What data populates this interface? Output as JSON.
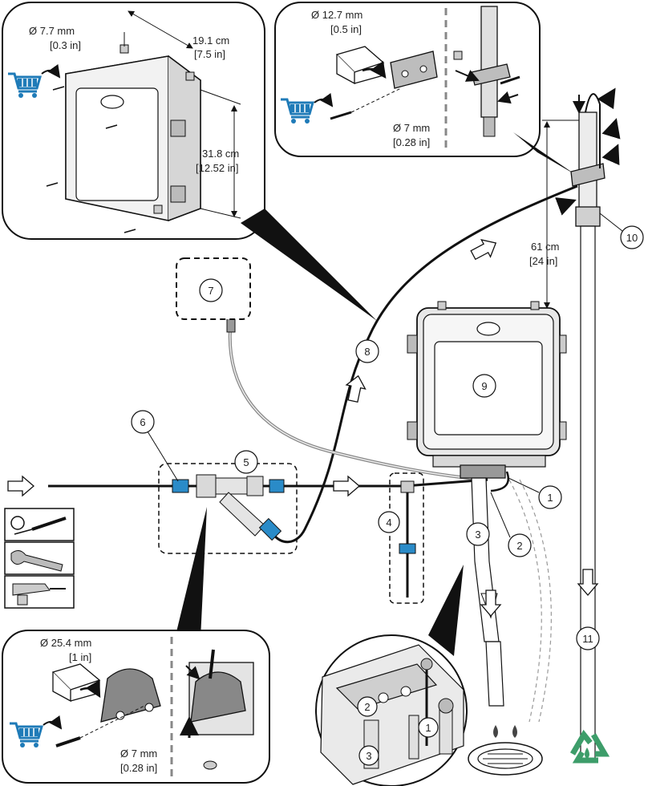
{
  "colors": {
    "line": "#111111",
    "gray_fill": "#dcdcdc",
    "mid_gray": "#9a9a9a",
    "light_gray": "#eeeeee",
    "accent_blue": "#1f7bb8",
    "recycle_green": "#3d9d6a",
    "white": "#ffffff"
  },
  "dimensions": {
    "enclosure_hole_dia": "Ø 7.7 mm",
    "enclosure_hole_dia_in": "[0.3 in]",
    "enclosure_width": "19.1 cm",
    "enclosure_width_in": "[7.5 in]",
    "enclosure_height": "31.8 cm",
    "enclosure_height_in": "[12.52 in]",
    "small_clamp_dia": "Ø 12.7 mm",
    "small_clamp_dia_in": "[0.5 in]",
    "small_screw_dia": "Ø 7 mm",
    "small_screw_dia_in": "[0.28 in]",
    "vertical_distance": "61 cm",
    "vertical_distance_in": "[24 in]",
    "large_clamp_dia": "Ø 25.4 mm",
    "large_clamp_dia_in": "[1 in]",
    "large_screw_dia": "Ø 7 mm",
    "large_screw_dia_in": "[0.28 in]"
  },
  "callouts": [
    {
      "id": "1",
      "label": "1"
    },
    {
      "id": "2",
      "label": "2"
    },
    {
      "id": "3",
      "label": "3"
    },
    {
      "id": "4",
      "label": "4"
    },
    {
      "id": "5",
      "label": "5"
    },
    {
      "id": "6",
      "label": "6"
    },
    {
      "id": "7",
      "label": "7"
    },
    {
      "id": "8",
      "label": "8"
    },
    {
      "id": "9",
      "label": "9"
    },
    {
      "id": "10",
      "label": "10"
    },
    {
      "id": "11",
      "label": "11"
    }
  ],
  "detail_callouts": [
    {
      "id": "d1",
      "label": "1"
    },
    {
      "id": "d2",
      "label": "2"
    },
    {
      "id": "d3",
      "label": "3"
    }
  ],
  "icons": {
    "cart": "shopping-cart-icon",
    "screwdriver": "screwdriver-icon",
    "wrench": "wrench-icon",
    "drill": "drill-icon",
    "recycle": "recycle-icon",
    "drain": "drain-icon"
  }
}
